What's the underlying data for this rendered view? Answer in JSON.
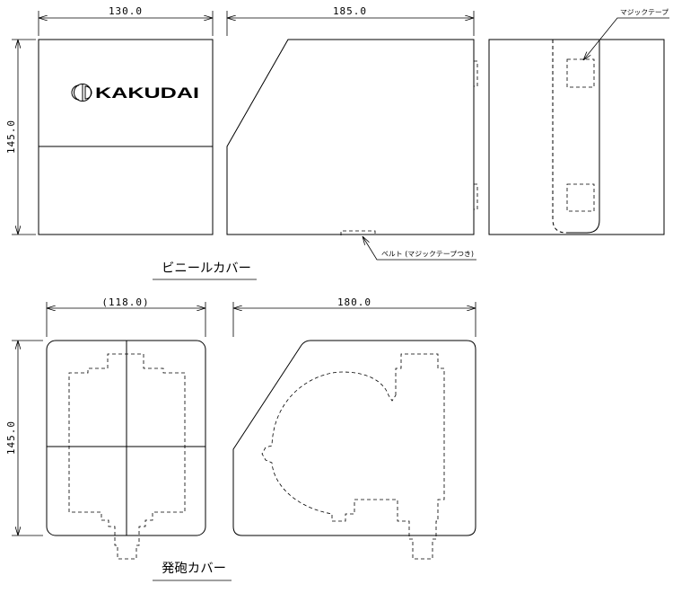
{
  "colors": {
    "line": "#000000",
    "background": "#ffffff"
  },
  "vinyl_cover": {
    "label": "ビニールカバー",
    "front_view": {
      "width_dimension": "130.0",
      "height_dimension": "145.0",
      "logo_text": "KAKUDAI"
    },
    "side_view": {
      "length_dimension": "185.0",
      "belt_callout": "ベルト (マジックテープつき)"
    },
    "back_view": {
      "velcro_callout": "マジックテープ"
    }
  },
  "foam_cover": {
    "label": "発砲カバー",
    "front_view": {
      "width_dimension": "(118.0)",
      "height_dimension": "145.0"
    },
    "side_view": {
      "length_dimension": "180.0"
    }
  }
}
